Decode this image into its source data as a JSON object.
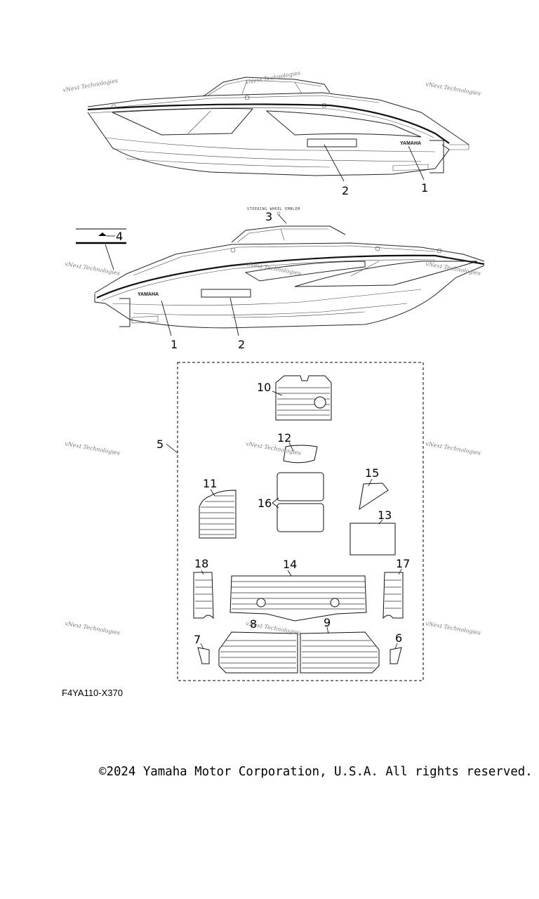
{
  "callouts": {
    "c1a": "1",
    "c2a": "2",
    "c3": "3",
    "c4": "4",
    "c1b": "1",
    "c2b": "2",
    "c10": "10",
    "c5": "5",
    "c12": "12",
    "c15": "15",
    "c11": "11",
    "c16": "16",
    "c13": "13",
    "c18": "18",
    "c14": "14",
    "c17": "17",
    "c8": "8",
    "c9": "9",
    "c7": "7",
    "c6": "6"
  },
  "steering_label": "STEERING WHEEL EMBLEM",
  "brand_mark": "YAMAHA",
  "watermark": "vNext Technologies",
  "diagram_code": "F4YA110-X370",
  "copyright": "©2024 Yamaha Motor Corporation, U.S.A. All rights reserved."
}
